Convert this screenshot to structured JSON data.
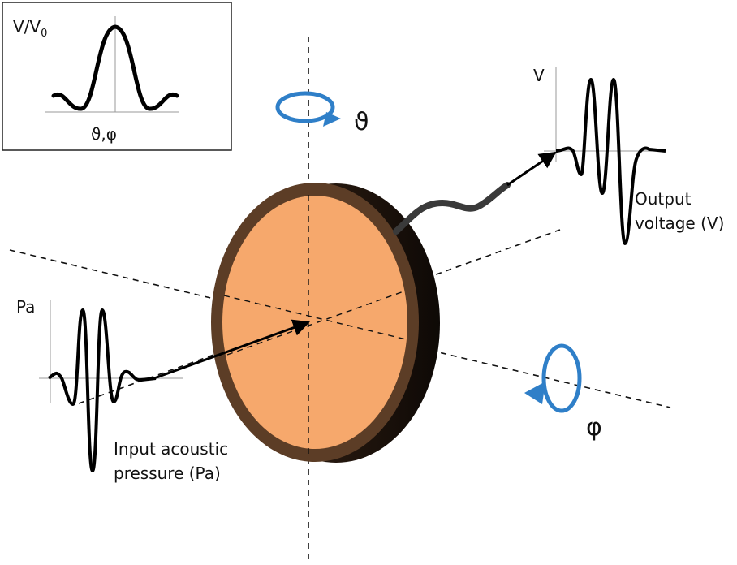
{
  "inset": {
    "y_label": "V/V",
    "y_label_sub": "0",
    "x_label": "ϑ,φ"
  },
  "labels": {
    "theta": "ϑ",
    "phi": "φ",
    "pa_axis": "Pa",
    "v_axis": "V",
    "input_line1": "Input acoustic",
    "input_line2": "pressure (Pa)",
    "output_line1": "Output",
    "output_line2": "voltage (V)"
  },
  "colors": {
    "disk_face": "#f6a86c",
    "disk_rim": "#5c3d26",
    "disk_edge": "#2a1a10",
    "cable": "#3a3a3a",
    "rotation_arrow": "#2f7fc8",
    "waveform": "#000000",
    "dashed_axis": "#111111"
  }
}
